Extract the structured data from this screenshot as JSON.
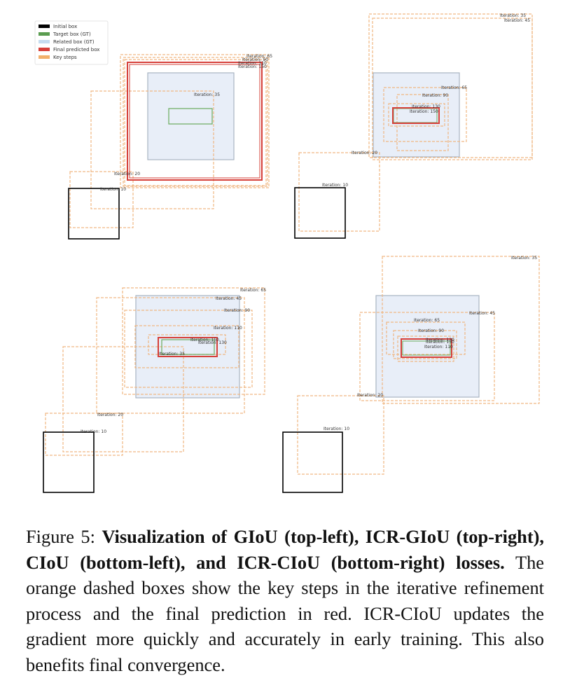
{
  "legend": {
    "items": [
      {
        "label": "Initial box",
        "color": "#000000"
      },
      {
        "label": "Target box (GT)",
        "color": "#5a9c50"
      },
      {
        "label": "Related box (GT)",
        "color": "#c6dcef"
      },
      {
        "label": "Final predicted box",
        "color": "#d6403a"
      },
      {
        "label": "Key steps",
        "color": "#f2b06b"
      }
    ]
  },
  "colors": {
    "initial": "#000000",
    "target": "#6aac5e",
    "related_fill": "#e8eef8",
    "related_stroke": "#a8b4c2",
    "final": "#d6403a",
    "key": "#f0b783"
  },
  "panels": [
    {
      "name": "GIoU",
      "labels": [
        "Iteration: 65",
        "Iteration: 90",
        "Iteration: 110",
        "Iteration: 150",
        "Iteration: 35",
        "Iteration: 20",
        "Iteration: 10"
      ]
    },
    {
      "name": "ICR-GIoU",
      "labels": [
        "Iteration: 35",
        "Iteration: 45",
        "Iteration: 65",
        "Iteration: 90",
        "Iteration: 130",
        "Iteration: 150",
        "Iteration: 20",
        "Iteration: 10"
      ]
    },
    {
      "name": "CIoU",
      "labels": [
        "Iteration: 65",
        "Iteration: 45",
        "Iteration: 90",
        "Iteration: 110",
        "Iteration: 150",
        "Iteration: 130",
        "Iteration: 35",
        "Iteration: 20",
        "Iteration: 10"
      ]
    },
    {
      "name": "ICR-CIoU",
      "labels": [
        "Iteration: 35",
        "Iteration: 45",
        "Iteration: 65",
        "Iteration: 90",
        "Iteration: 130",
        "Iteration: 150",
        "Iteration: 110",
        "Iteration: 20",
        "Iteration: 10"
      ]
    }
  ],
  "caption": {
    "prefix": "Figure 5: ",
    "bold": "Visualization of GIoU (top-left), ICR-GIoU (top-right), CIoU (bottom-left), and ICR-CIoU (bottom-right) losses.",
    "rest": " The orange dashed boxes show the key steps in the iterative refinement process and the final prediction in red. ICR-CIoU updates the gradient more quickly and accurately in early training. This also benefits final convergence."
  }
}
